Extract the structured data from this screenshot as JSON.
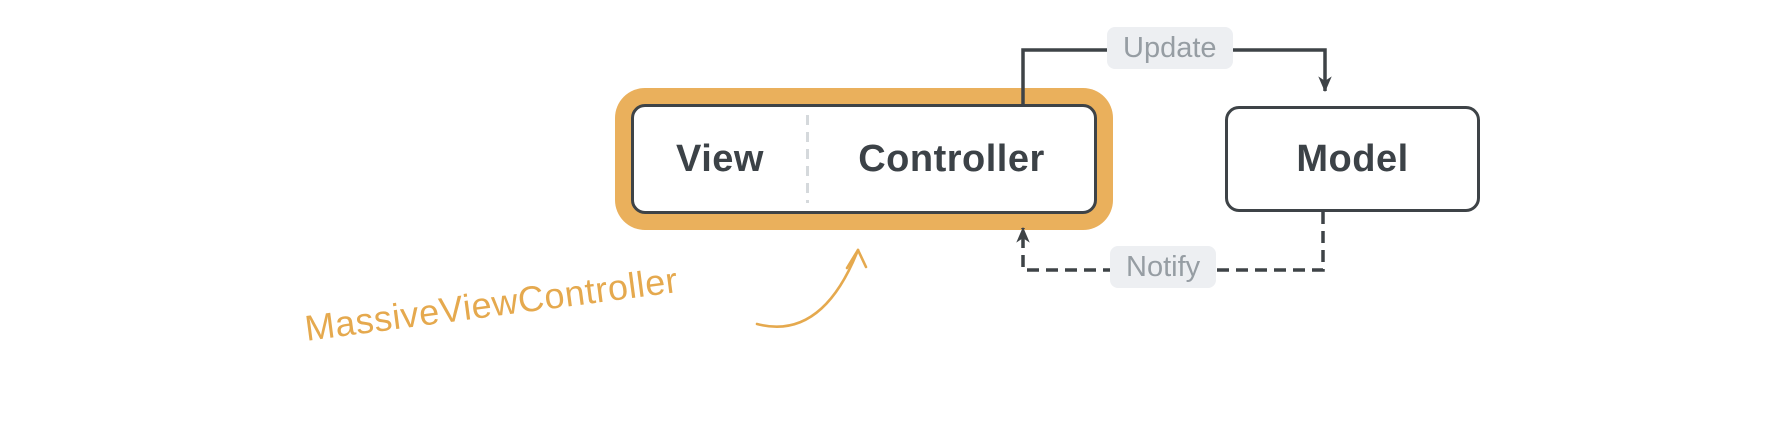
{
  "colors": {
    "accent_gold": "#EAB05C",
    "annotation_gold": "#E5A94E",
    "stroke_dark": "#3E4347",
    "text_dark": "#3C4247",
    "edge_label_bg": "#EDEFF2",
    "edge_label_text": "#969DA3",
    "divider_gray": "#D5D9DC",
    "background": "#FFFFFF"
  },
  "diagram": {
    "view_controller_group": {
      "view_label": "View",
      "controller_label": "Controller"
    },
    "model": {
      "label": "Model"
    },
    "edges": {
      "update": {
        "label": "Update",
        "from": "Controller",
        "to": "Model",
        "style": "solid"
      },
      "notify": {
        "label": "Notify",
        "from": "Model",
        "to": "Controller",
        "style": "dashed"
      }
    },
    "annotation": {
      "text": "MassiveViewController"
    }
  }
}
